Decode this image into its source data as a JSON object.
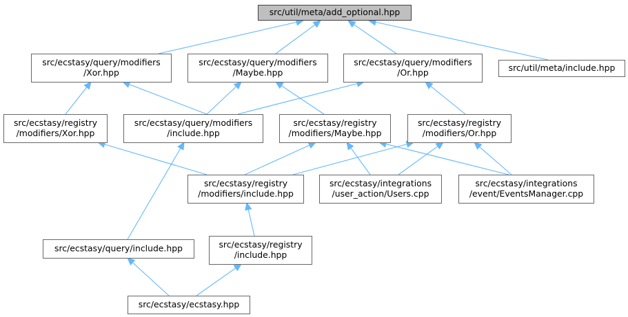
{
  "nodes": {
    "add_optional": {
      "lines": [
        "src/util/meta/add_optional.hpp"
      ],
      "root": true
    },
    "query_xor": {
      "lines": [
        "src/ecstasy/query/modifiers",
        "/Xor.hpp"
      ]
    },
    "query_maybe": {
      "lines": [
        "src/ecstasy/query/modifiers",
        "/Maybe.hpp"
      ]
    },
    "query_or": {
      "lines": [
        "src/ecstasy/query/modifiers",
        "/Or.hpp"
      ]
    },
    "meta_include": {
      "lines": [
        "src/util/meta/include.hpp"
      ]
    },
    "registry_xor": {
      "lines": [
        "src/ecstasy/registry",
        "/modifiers/Xor.hpp"
      ]
    },
    "query_modifiers_include": {
      "lines": [
        "src/ecstasy/query/modifiers",
        "/include.hpp"
      ]
    },
    "registry_maybe": {
      "lines": [
        "src/ecstasy/registry",
        "/modifiers/Maybe.hpp"
      ]
    },
    "registry_or": {
      "lines": [
        "src/ecstasy/registry",
        "/modifiers/Or.hpp"
      ]
    },
    "registry_modifiers_include": {
      "lines": [
        "src/ecstasy/registry",
        "/modifiers/include.hpp"
      ]
    },
    "users_cpp": {
      "lines": [
        "src/ecstasy/integrations",
        "/user_action/Users.cpp"
      ]
    },
    "events_manager_cpp": {
      "lines": [
        "src/ecstasy/integrations",
        "/event/EventsManager.cpp"
      ]
    },
    "query_include": {
      "lines": [
        "src/ecstasy/query/include.hpp"
      ]
    },
    "registry_include": {
      "lines": [
        "src/ecstasy/registry",
        "/include.hpp"
      ]
    },
    "ecstasy_hpp": {
      "lines": [
        "src/ecstasy/ecstasy.hpp"
      ]
    }
  },
  "edges": [
    {
      "from": "query_xor",
      "to": "add_optional"
    },
    {
      "from": "query_maybe",
      "to": "add_optional"
    },
    {
      "from": "query_or",
      "to": "add_optional"
    },
    {
      "from": "meta_include",
      "to": "add_optional"
    },
    {
      "from": "registry_xor",
      "to": "query_xor"
    },
    {
      "from": "query_modifiers_include",
      "to": "query_xor"
    },
    {
      "from": "query_modifiers_include",
      "to": "query_maybe"
    },
    {
      "from": "registry_maybe",
      "to": "query_maybe"
    },
    {
      "from": "query_modifiers_include",
      "to": "query_or"
    },
    {
      "from": "registry_or",
      "to": "query_or"
    },
    {
      "from": "registry_modifiers_include",
      "to": "registry_xor"
    },
    {
      "from": "query_include",
      "to": "query_modifiers_include"
    },
    {
      "from": "registry_modifiers_include",
      "to": "registry_maybe"
    },
    {
      "from": "users_cpp",
      "to": "registry_maybe"
    },
    {
      "from": "events_manager_cpp",
      "to": "registry_maybe"
    },
    {
      "from": "registry_modifiers_include",
      "to": "registry_or"
    },
    {
      "from": "users_cpp",
      "to": "registry_or"
    },
    {
      "from": "events_manager_cpp",
      "to": "registry_or"
    },
    {
      "from": "registry_include",
      "to": "registry_modifiers_include"
    },
    {
      "from": "ecstasy_hpp",
      "to": "query_include"
    },
    {
      "from": "ecstasy_hpp",
      "to": "registry_include"
    }
  ],
  "colors": {
    "edge": "#63b8ff",
    "root_fill": "#bfbfbf",
    "node_border": "#666666"
  }
}
